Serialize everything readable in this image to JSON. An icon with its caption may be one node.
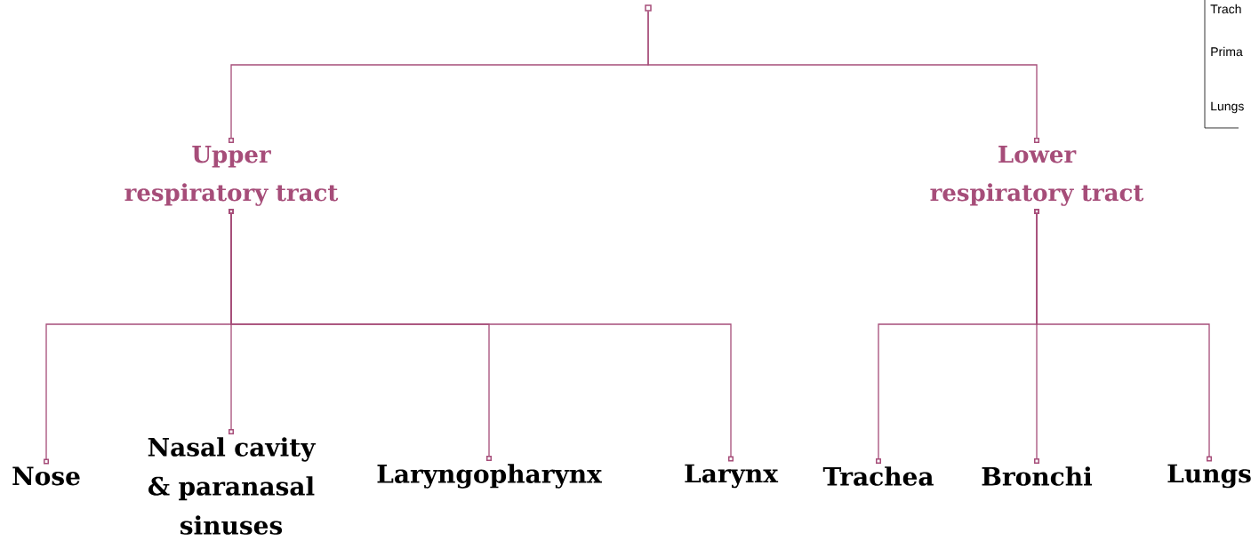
{
  "diagram": {
    "nodes": [
      {
        "text": [],
        "shape": "box"
      },
      {
        "text": [
          "Upper respiratory tract"
        ]
      },
      {
        "text": [
          "Lower respiratory tract"
        ]
      },
      {
        "text": [
          "Nose"
        ]
      },
      {
        "text": [
          "Nasal cavity & paranasal sinuses"
        ]
      },
      {
        "text": [
          "Laryngopharynx"
        ]
      },
      {
        "text": [
          "Larynx"
        ]
      },
      {
        "text": [
          "Trachea"
        ]
      },
      {
        "text": [
          "Bronchi"
        ]
      },
      {
        "text": [
          "Lungs"
        ]
      }
    ],
    "edges": [
      {
        "from": 0,
        "to": 1,
        "arrow": "other"
      },
      {
        "from": 0,
        "to": 2,
        "arrow": "other"
      },
      {
        "from": 1,
        "to": 3,
        "arrow": "other"
      },
      {
        "from": 1,
        "to": 4,
        "arrow": "other"
      },
      {
        "from": 1,
        "to": 5,
        "arrow": "other"
      },
      {
        "from": 1,
        "to": 6,
        "arrow": "other"
      },
      {
        "from": 2,
        "to": 7,
        "arrow": "other"
      },
      {
        "from": 2,
        "to": 8,
        "arrow": "other"
      },
      {
        "from": 2,
        "to": 9,
        "arrow": "other"
      }
    ],
    "labels": [
      "Trach",
      "Prima",
      "Lungs"
    ]
  }
}
